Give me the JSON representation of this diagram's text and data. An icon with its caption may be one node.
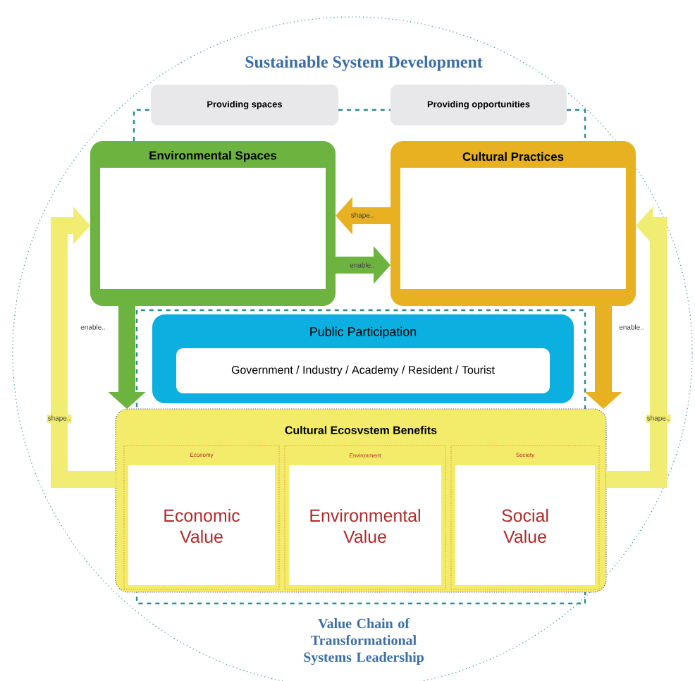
{
  "diagram": {
    "title": "Sustainable System Development",
    "nodes": [
      {
        "text": [
          "Providing spaces"
        ]
      },
      {
        "text": [
          "Providing opportunities"
        ]
      },
      {
        "text": [
          "Environmental Spaces"
        ]
      },
      {
        "text": [
          "Cultural Practices"
        ]
      },
      {
        "text": [
          "Public Participation"
        ]
      },
      {
        "text": [
          "Government / Industry / Academy / Resident / Tourist"
        ],
        "in": 4
      },
      {
        "text": [
          "Cultural Ecosvstem Benefits"
        ]
      },
      {
        "text": [
          "Economy",
          "Economic Value"
        ],
        "in": 6
      },
      {
        "text": [
          "Environment",
          "Environmental Value"
        ],
        "in": 6
      },
      {
        "text": [
          "Society",
          "Social Value"
        ],
        "in": 6
      }
    ],
    "edges": [
      {
        "from": 3,
        "to": 2,
        "arrow": "to",
        "label": "shape..",
        "color": "#e8b122"
      },
      {
        "from": 2,
        "to": 3,
        "arrow": "to",
        "label": "enable..",
        "color": "#6db33f"
      },
      {
        "from": 2,
        "to": 6,
        "arrow": "to",
        "label": "enable..",
        "color": "#6db33f"
      },
      {
        "from": 3,
        "to": 6,
        "arrow": "to",
        "label": "enable..",
        "color": "#e8b122"
      },
      {
        "from": 6,
        "to": 2,
        "arrow": "to",
        "label": "shape..",
        "color": "#f1ec72"
      },
      {
        "from": 6,
        "to": 3,
        "arrow": "to",
        "label": "shape..",
        "color": "#f1ec72"
      }
    ],
    "labels": [
      "Value Chain of Transformational Systems Leadership"
    ]
  }
}
